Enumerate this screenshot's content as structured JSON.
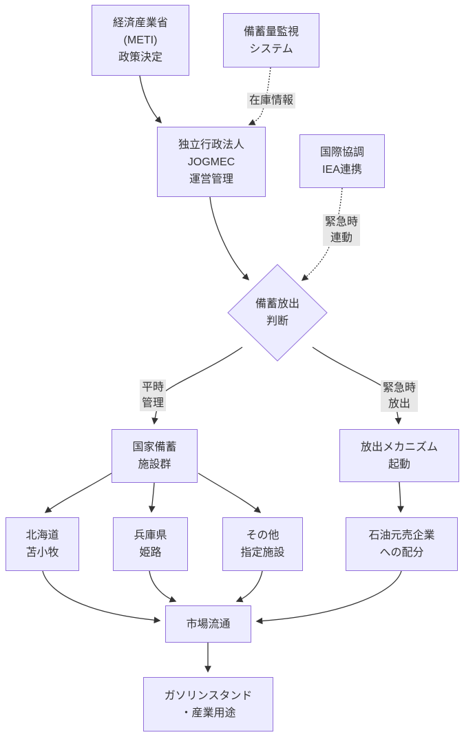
{
  "diagram": {
    "type": "flowchart",
    "background": "#ffffff",
    "colors": {
      "node_fill": "#ECECFF",
      "node_border": "#9370DB",
      "edge_stroke": "#333333",
      "edge_label_bg": "#e8e8e8",
      "text": "#333333"
    },
    "nodes": {
      "meti": {
        "label": "経済産業省\n(METI)\n政策決定",
        "shape": "rect"
      },
      "monitor": {
        "label": "備蓄量監視\nシステム",
        "shape": "rect"
      },
      "jogmec": {
        "label": "独立行政法人\nJOGMEC\n運営管理",
        "shape": "rect"
      },
      "iea": {
        "label": "国際協調\nIEA連携",
        "shape": "rect"
      },
      "decision": {
        "label": "備蓄放出\n判断",
        "shape": "diamond"
      },
      "national_reserve": {
        "label": "国家備蓄\n施設群",
        "shape": "rect"
      },
      "release_mechanism": {
        "label": "放出メカニズム\n起動",
        "shape": "rect"
      },
      "tomakomai": {
        "label": "北海道\n苫小牧",
        "shape": "rect"
      },
      "himeji": {
        "label": "兵庫県\n姫路",
        "shape": "rect"
      },
      "other_facilities": {
        "label": "その他\n指定施設",
        "shape": "rect"
      },
      "oil_distributors": {
        "label": "石油元売企業\nへの配分",
        "shape": "rect"
      },
      "market": {
        "label": "市場流通",
        "shape": "rect"
      },
      "gas_stations": {
        "label": "ガソリンスタンド\n・産業用途",
        "shape": "rect"
      }
    },
    "edge_labels": {
      "inventory_info": "在庫情報",
      "emergency_link": "緊急時\n連動",
      "normal_management": "平時\n管理",
      "emergency_release": "緊急時\n放出"
    },
    "edges": [
      {
        "from": "meti",
        "to": "jogmec",
        "style": "solid",
        "label": ""
      },
      {
        "from": "monitor",
        "to": "jogmec",
        "style": "dotted",
        "label": "在庫情報"
      },
      {
        "from": "jogmec",
        "to": "decision",
        "style": "solid",
        "label": ""
      },
      {
        "from": "iea",
        "to": "decision",
        "style": "dotted",
        "label": "緊急時連動"
      },
      {
        "from": "decision",
        "to": "national_reserve",
        "style": "solid",
        "label": "平時管理"
      },
      {
        "from": "decision",
        "to": "release_mechanism",
        "style": "solid",
        "label": "緊急時放出"
      },
      {
        "from": "national_reserve",
        "to": "tomakomai",
        "style": "solid",
        "label": ""
      },
      {
        "from": "national_reserve",
        "to": "himeji",
        "style": "solid",
        "label": ""
      },
      {
        "from": "national_reserve",
        "to": "other_facilities",
        "style": "solid",
        "label": ""
      },
      {
        "from": "release_mechanism",
        "to": "oil_distributors",
        "style": "solid",
        "label": ""
      },
      {
        "from": "tomakomai",
        "to": "market",
        "style": "solid",
        "label": ""
      },
      {
        "from": "himeji",
        "to": "market",
        "style": "solid",
        "label": ""
      },
      {
        "from": "other_facilities",
        "to": "market",
        "style": "solid",
        "label": ""
      },
      {
        "from": "oil_distributors",
        "to": "market",
        "style": "solid",
        "label": ""
      },
      {
        "from": "market",
        "to": "gas_stations",
        "style": "solid",
        "label": ""
      }
    ]
  }
}
